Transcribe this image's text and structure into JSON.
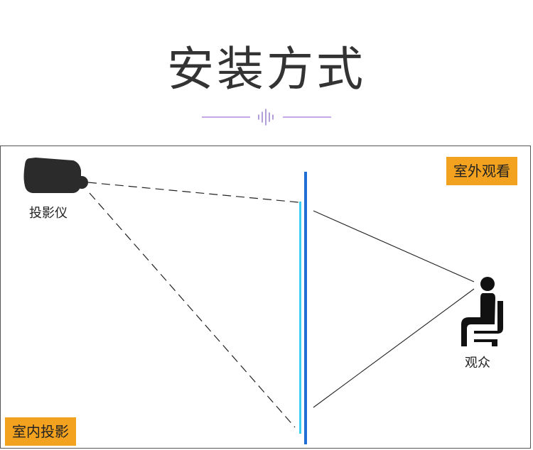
{
  "title": "安装方式",
  "labels": {
    "outdoor_viewing": "室外观看",
    "indoor_projection": "室内投影",
    "projector": "投影仪",
    "audience": "观众"
  },
  "colors": {
    "title_text": "#333333",
    "badge_bg": "#f3a21f",
    "divider_accent": "#b48be0",
    "screen_outer": "#1f6fd6",
    "screen_inner": "#3ed0f0",
    "line": "#222222",
    "frame_border": "#555555"
  },
  "icons": {
    "projector": "projector-icon",
    "audience": "seated-person-icon",
    "divider": "sound-wave-icon"
  }
}
